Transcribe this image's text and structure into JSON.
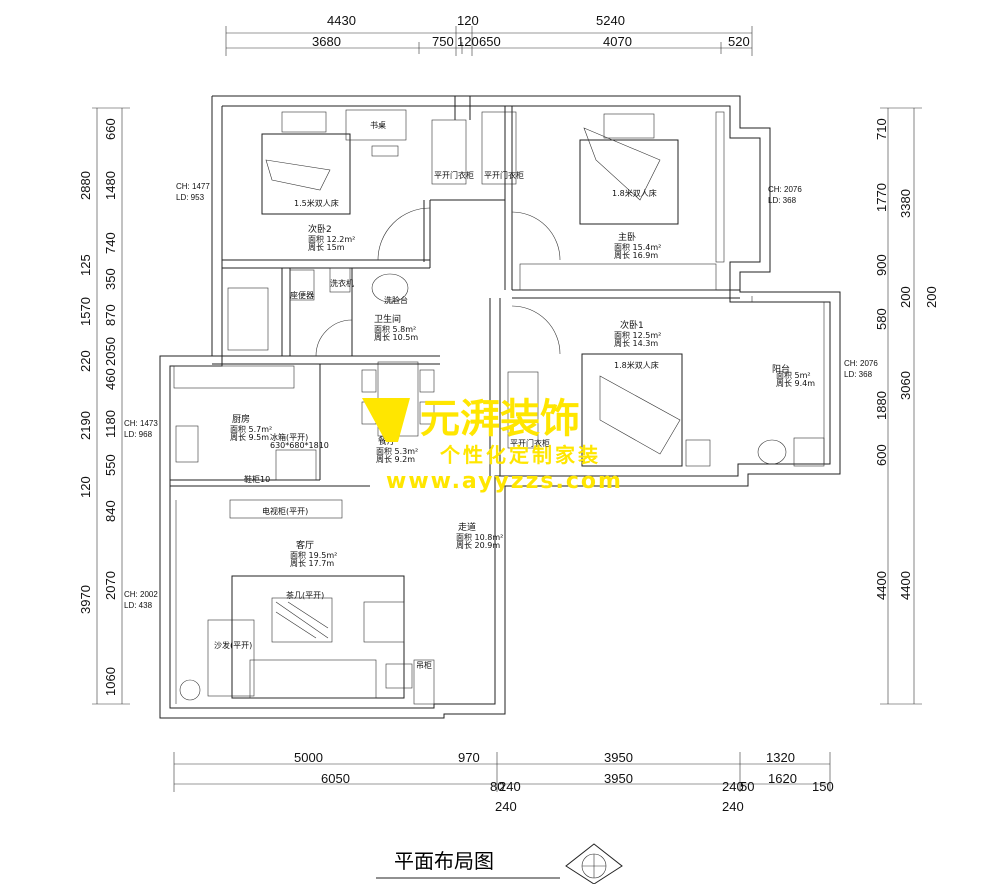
{
  "dims": {
    "top_outer": [
      "4430",
      "120",
      "5240"
    ],
    "top_inner": [
      "3680",
      "750",
      "120",
      "650",
      "4070",
      "520"
    ],
    "left_outer": [
      "2880",
      "125",
      "1570",
      "220",
      "2190",
      "120",
      "3970"
    ],
    "left_inner": [
      "660",
      "1480",
      "740",
      "350",
      "870",
      "2050",
      "460",
      "1180",
      "550",
      "840",
      "2070",
      "1060"
    ],
    "right_inner": [
      "710",
      "1770",
      "900",
      "580",
      "1880",
      "600",
      "4400"
    ],
    "right_outer": [
      "3380",
      "200",
      "200",
      "3060",
      "4400"
    ],
    "bottom_upper": [
      "5000",
      "970",
      "3950",
      "1320"
    ],
    "bottom_lower": [
      "6050",
      "80",
      "240",
      "3950",
      "240",
      "50",
      "1620",
      "150"
    ],
    "bottom_under": [
      "240",
      "240"
    ]
  },
  "ceilings": [
    {
      "ch": "CH: 1477",
      "ld": "LD:  953"
    },
    {
      "ch": "CH: 2076",
      "ld": "LD:  368"
    },
    {
      "ch": "CH: 1473",
      "ld": "LD:  968"
    },
    {
      "ch": "CH: 2076",
      "ld": "LD:  368"
    },
    {
      "ch": "CH: 2002",
      "ld": "LD:  438"
    }
  ],
  "rooms": {
    "bedroom2": {
      "name": "次卧2",
      "area": "面积 12.2m²",
      "perimeter": "周长 15m"
    },
    "master": {
      "name": "主卧",
      "area": "面积 15.4m²",
      "perimeter": "周长 16.9m"
    },
    "bath": {
      "name": "卫生间",
      "area": "面积 5.8m²",
      "perimeter": "周长 10.5m"
    },
    "bedroom1": {
      "name": "次卧1",
      "area": "面积 12.5m²",
      "perimeter": "周长 14.3m"
    },
    "kitchen": {
      "name": "厨房",
      "area": "面积 5.7m²",
      "perimeter": "周长 9.5m"
    },
    "dining": {
      "name": "餐厅",
      "area": "面积 5.3m²",
      "perimeter": "周长 9.2m"
    },
    "balcony": {
      "name": "阳台",
      "area": "面积 5m²",
      "perimeter": "周长 9.4m"
    },
    "hall": {
      "name": "走道",
      "area": "面积 10.8m²",
      "perimeter": "周长 20.9m"
    },
    "living": {
      "name": "客厅",
      "area": "面积 19.5m²",
      "perimeter": "周长 17.7m"
    }
  },
  "furniture": {
    "bed2": "1.5米双人床",
    "desk": "书桌",
    "bed_master": "1.8米双人床",
    "bed1": "1.8米双人床",
    "wardrobe": "平开门衣柜",
    "washer": "洗衣机",
    "toilet": "座便器",
    "sink": "洗脸台",
    "fridge": "冰箱(平开)",
    "fridge_size": "630*680*1810",
    "tv": "电视柜(平开)",
    "tea_table": "茶几(平开)",
    "sofa": "沙发(平开)",
    "cabinet": "吊柜",
    "shoe": "鞋柜10"
  },
  "watermark": {
    "brand": "元湃装饰",
    "slogan": "个性化定制家装",
    "url": "www.ayyzzs.com"
  },
  "drawing_title": "平面布局图"
}
